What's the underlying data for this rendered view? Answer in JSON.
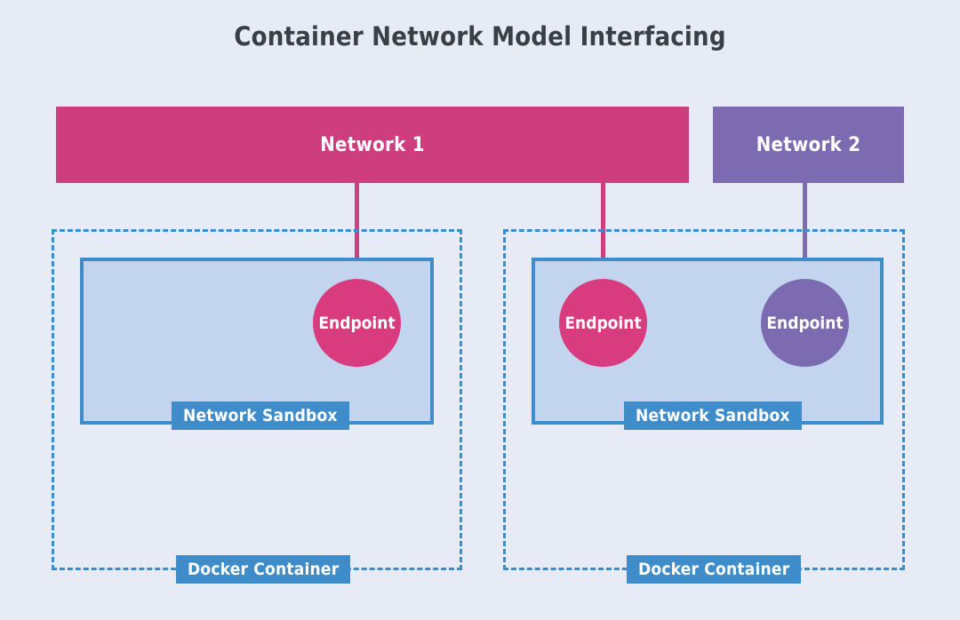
{
  "page": {
    "title": "Container Network Model Interfacing",
    "background_color": "#e6ebf5"
  },
  "colors": {
    "network1": "#ce3d7e",
    "network2": "#7c6bb0",
    "endpoint_pink": "#d93c7e",
    "endpoint_purple": "#7c6bb0",
    "sandbox_border": "#3f8cca",
    "sandbox_fill": "#c3d4ee",
    "badge": "#3f8cca",
    "title_text": "#3b3f45"
  },
  "networks": [
    {
      "label": "Network 1",
      "color": "#ce3d7e"
    },
    {
      "label": "Network 2",
      "color": "#7c6bb0"
    }
  ],
  "containers": [
    {
      "label": "Docker Container",
      "sandbox_label": "Network Sandbox",
      "endpoints": [
        {
          "label": "Endpoint",
          "network": "Network 1",
          "color": "#d93c7e"
        }
      ]
    },
    {
      "label": "Docker Container",
      "sandbox_label": "Network Sandbox",
      "endpoints": [
        {
          "label": "Endpoint",
          "network": "Network 1",
          "color": "#d93c7e"
        },
        {
          "label": "Endpoint",
          "network": "Network 2",
          "color": "#7c6bb0"
        }
      ]
    }
  ]
}
